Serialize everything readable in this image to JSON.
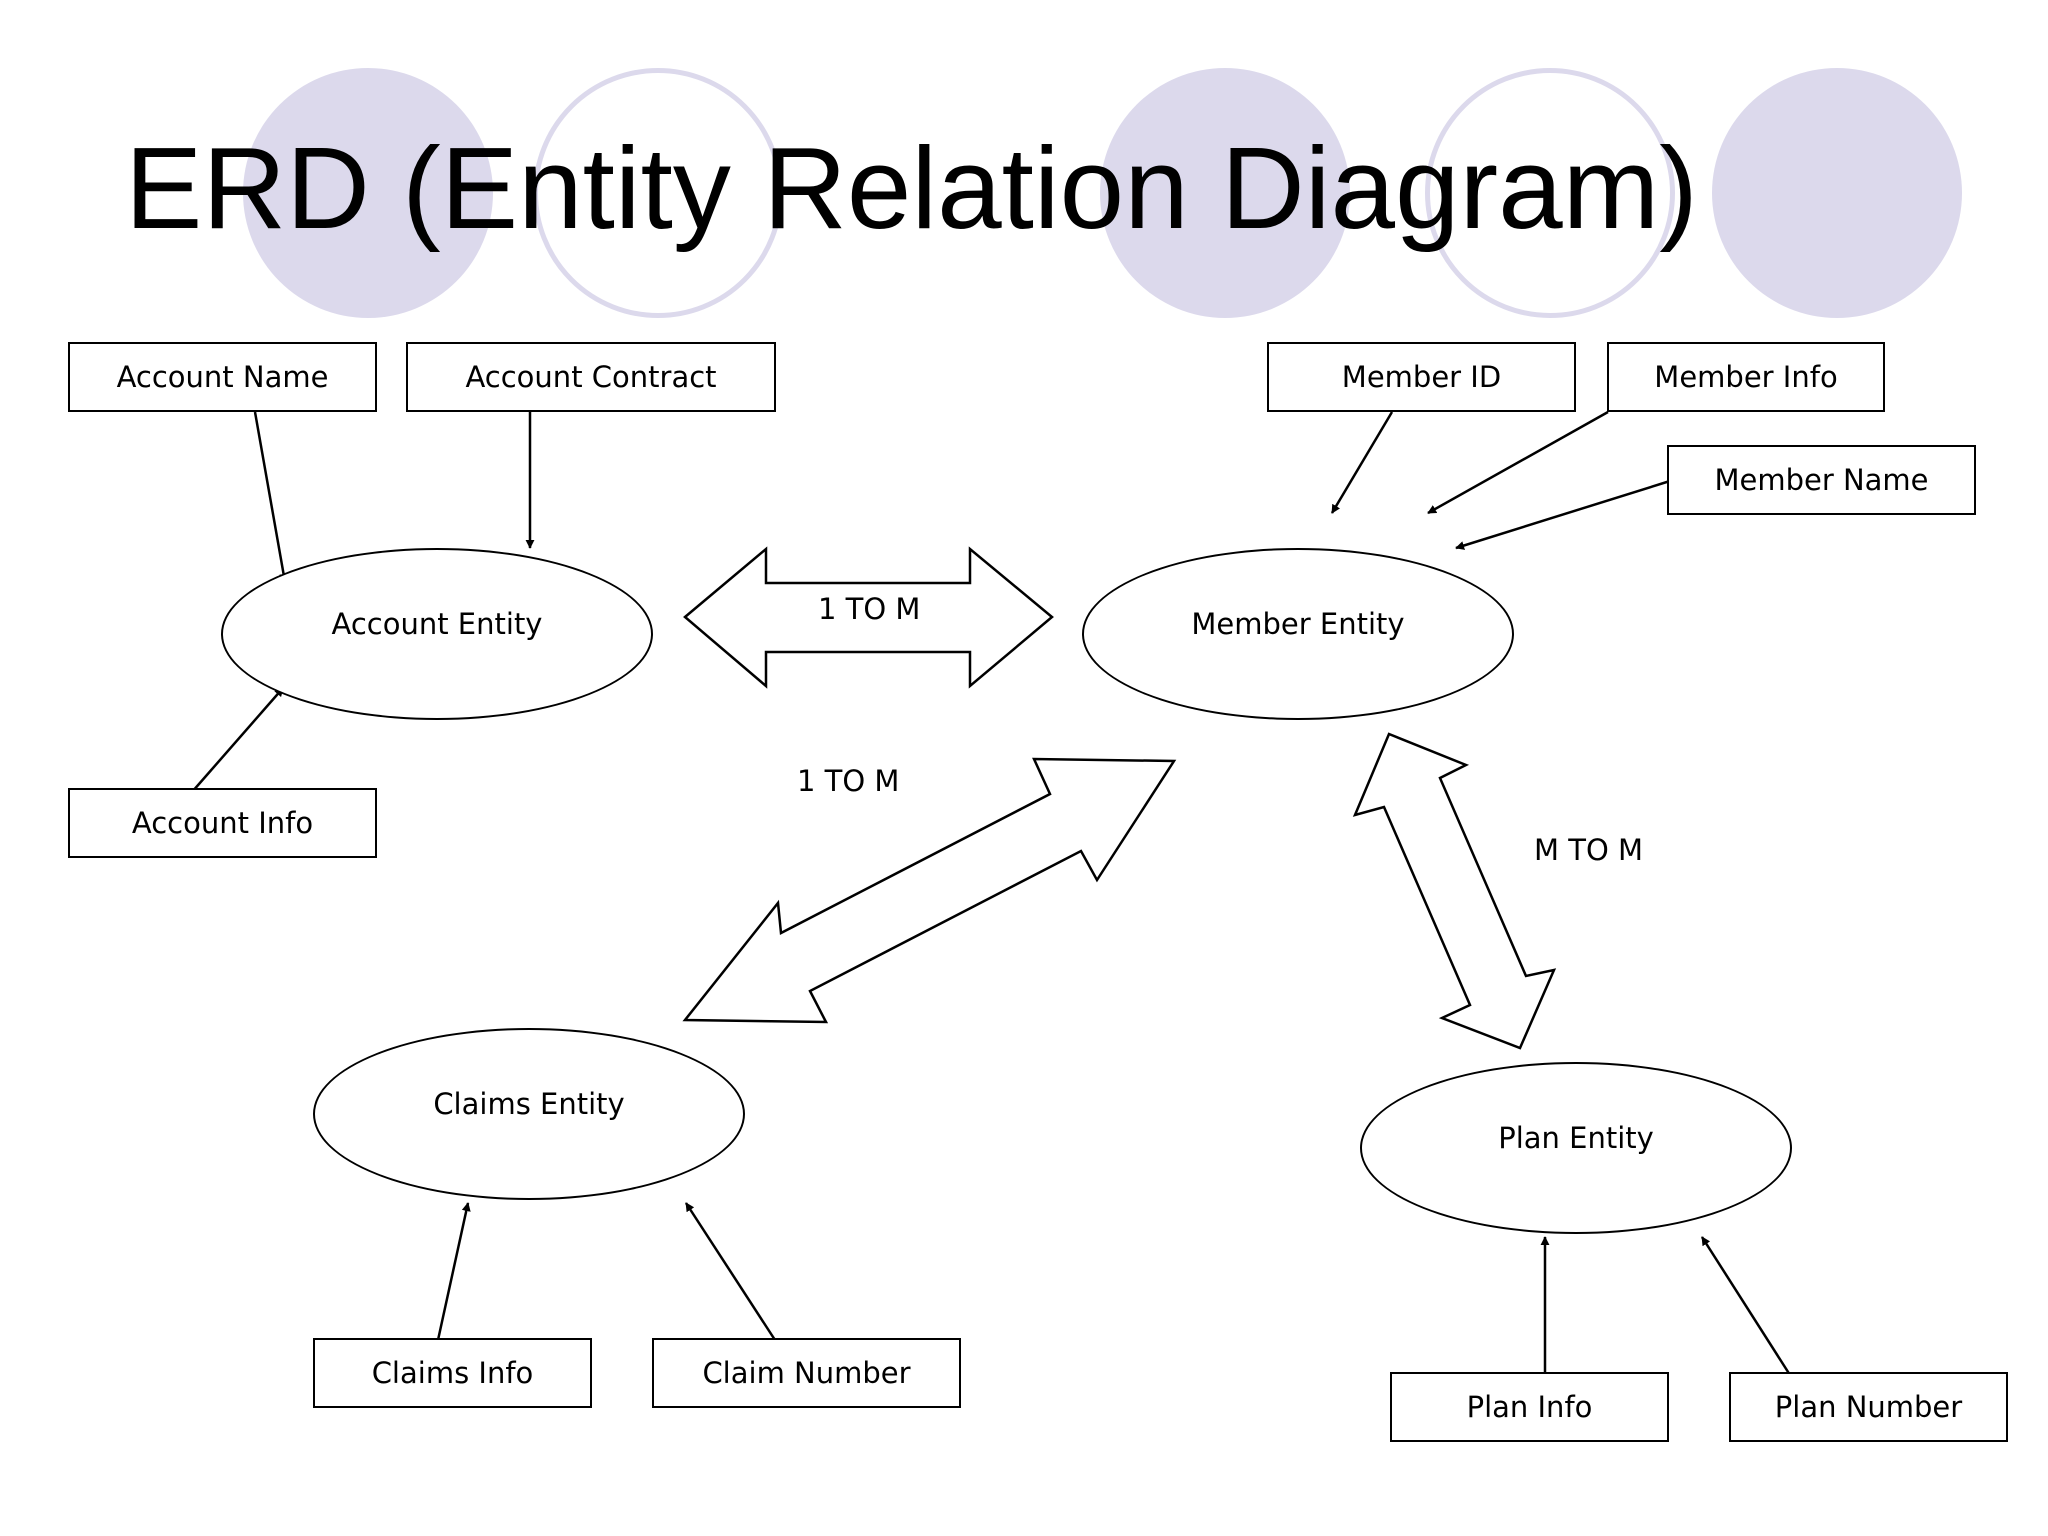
{
  "title": "ERD (Entity Relation Diagram)",
  "entities": {
    "account": "Account Entity",
    "member": "Member Entity",
    "claims": "Claims Entity",
    "plan": "Plan Entity"
  },
  "attributes": {
    "account_name": "Account Name",
    "account_contract": "Account Contract",
    "account_info": "Account Info",
    "member_id": "Member ID",
    "member_info": "Member Info",
    "member_name": "Member Name",
    "claims_info": "Claims Info",
    "claim_number": "Claim Number",
    "plan_info": "Plan Info",
    "plan_number": "Plan Number"
  },
  "relationships": {
    "account_member": "1 TO M",
    "member_claims": "1 TO M",
    "member_plan": "M TO M"
  },
  "colors": {
    "decoration": "#dcd9ec",
    "stroke": "#000000"
  }
}
